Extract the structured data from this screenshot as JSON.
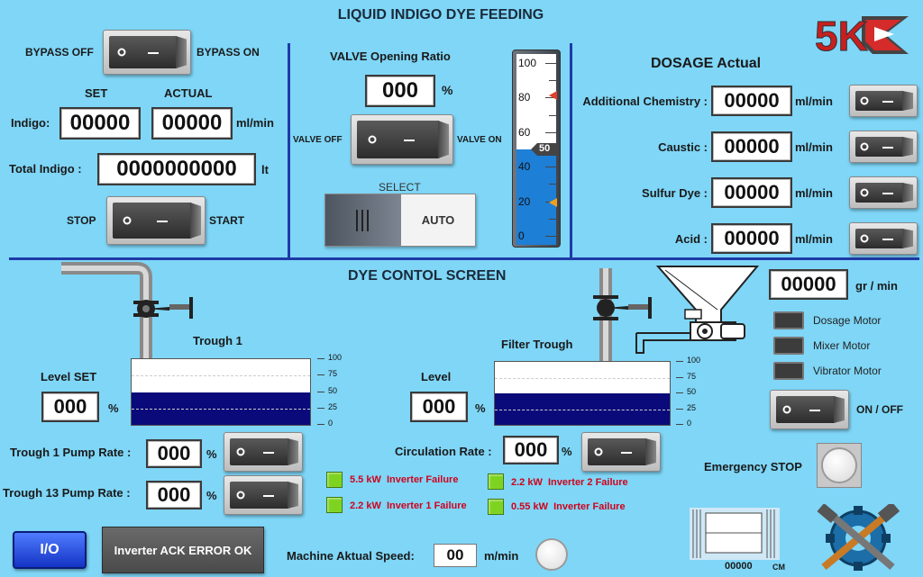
{
  "colors": {
    "background": "#7fd6f7",
    "divider": "#1f3aa8",
    "level_fill": "#0a0a7a",
    "gauge_fill": "#1e7fd6",
    "lamp_ok": "#7ed321",
    "failure_text": "#d0021b"
  },
  "header": {
    "title": "LIQUID INDIGO DYE FEEDING",
    "logo_text": "5K"
  },
  "feed": {
    "bypass_off": "BYPASS OFF",
    "bypass_on": "BYPASS ON",
    "set_label": "SET",
    "actual_label": "ACTUAL",
    "indigo_label": "Indigo:",
    "indigo_set": "00000",
    "indigo_actual": "00000",
    "indigo_unit": "ml/min",
    "total_label": "Total Indigo :",
    "total_value": "0000000000",
    "total_unit": "lt",
    "stop_label": "STOP",
    "start_label": "START"
  },
  "valve": {
    "title": "VALVE Opening Ratio",
    "value": "000",
    "unit": "%",
    "off_label": "VALVE OFF",
    "on_label": "VALVE ON",
    "select_label": "SELECT",
    "auto_label": "AUTO",
    "gauge": {
      "ticks": [
        "100",
        "80",
        "60",
        "40",
        "20",
        "0"
      ],
      "value": "50",
      "level": 50,
      "icon": "set-marker-icon"
    }
  },
  "dosage": {
    "title": "DOSAGE Actual",
    "rows": [
      {
        "label": "Additional Chemistry :",
        "value": "00000",
        "unit": "ml/min"
      },
      {
        "label": "Caustic :",
        "value": "00000",
        "unit": "ml/min"
      },
      {
        "label": "Sulfur Dye :",
        "value": "00000",
        "unit": "ml/min"
      },
      {
        "label": "Acid :",
        "value": "00000",
        "unit": "ml/min"
      }
    ]
  },
  "control": {
    "title": "DYE CONTOL SCREEN",
    "trough1": {
      "title": "Trough 1",
      "level_set_label": "Level SET",
      "level_set_value": "000",
      "unit": "%",
      "level": 50
    },
    "filter": {
      "title": "Filter Trough",
      "level_label": "Level",
      "level_value": "000",
      "unit": "%",
      "level": 50
    },
    "scale": [
      "100",
      "75",
      "50",
      "25",
      "0"
    ],
    "pump1": {
      "label": "Trough 1 Pump Rate :",
      "value": "000",
      "unit": "%"
    },
    "pump13": {
      "label": "Trough 13 Pump Rate :",
      "value": "000",
      "unit": "%"
    },
    "circulation": {
      "label": "Circulation Rate :",
      "value": "000",
      "unit": "%"
    },
    "failures": [
      {
        "power": "5.5 kW",
        "text": "Inverter Failure"
      },
      {
        "power": "2.2 kW",
        "text": "Inverter 1 Failure"
      },
      {
        "power": "2.2 kW",
        "text": "Inverter 2 Failure"
      },
      {
        "power": "0.55 kW",
        "text": "Inverter Failure"
      }
    ],
    "feeder_value": "00000",
    "feeder_unit": "gr / min",
    "motors": [
      "Dosage Motor",
      "Mixer Motor",
      "Vibrator Motor"
    ],
    "on_off": "ON / OFF",
    "emergency": "Emergency STOP"
  },
  "footer": {
    "io_button": "I/O",
    "ack_button": "Inverter ACK ERROR OK",
    "speed_label": "Machine Aktual Speed:",
    "speed_value": "00",
    "speed_unit": "m/min",
    "roll_value": "00000",
    "roll_unit": "CM"
  }
}
